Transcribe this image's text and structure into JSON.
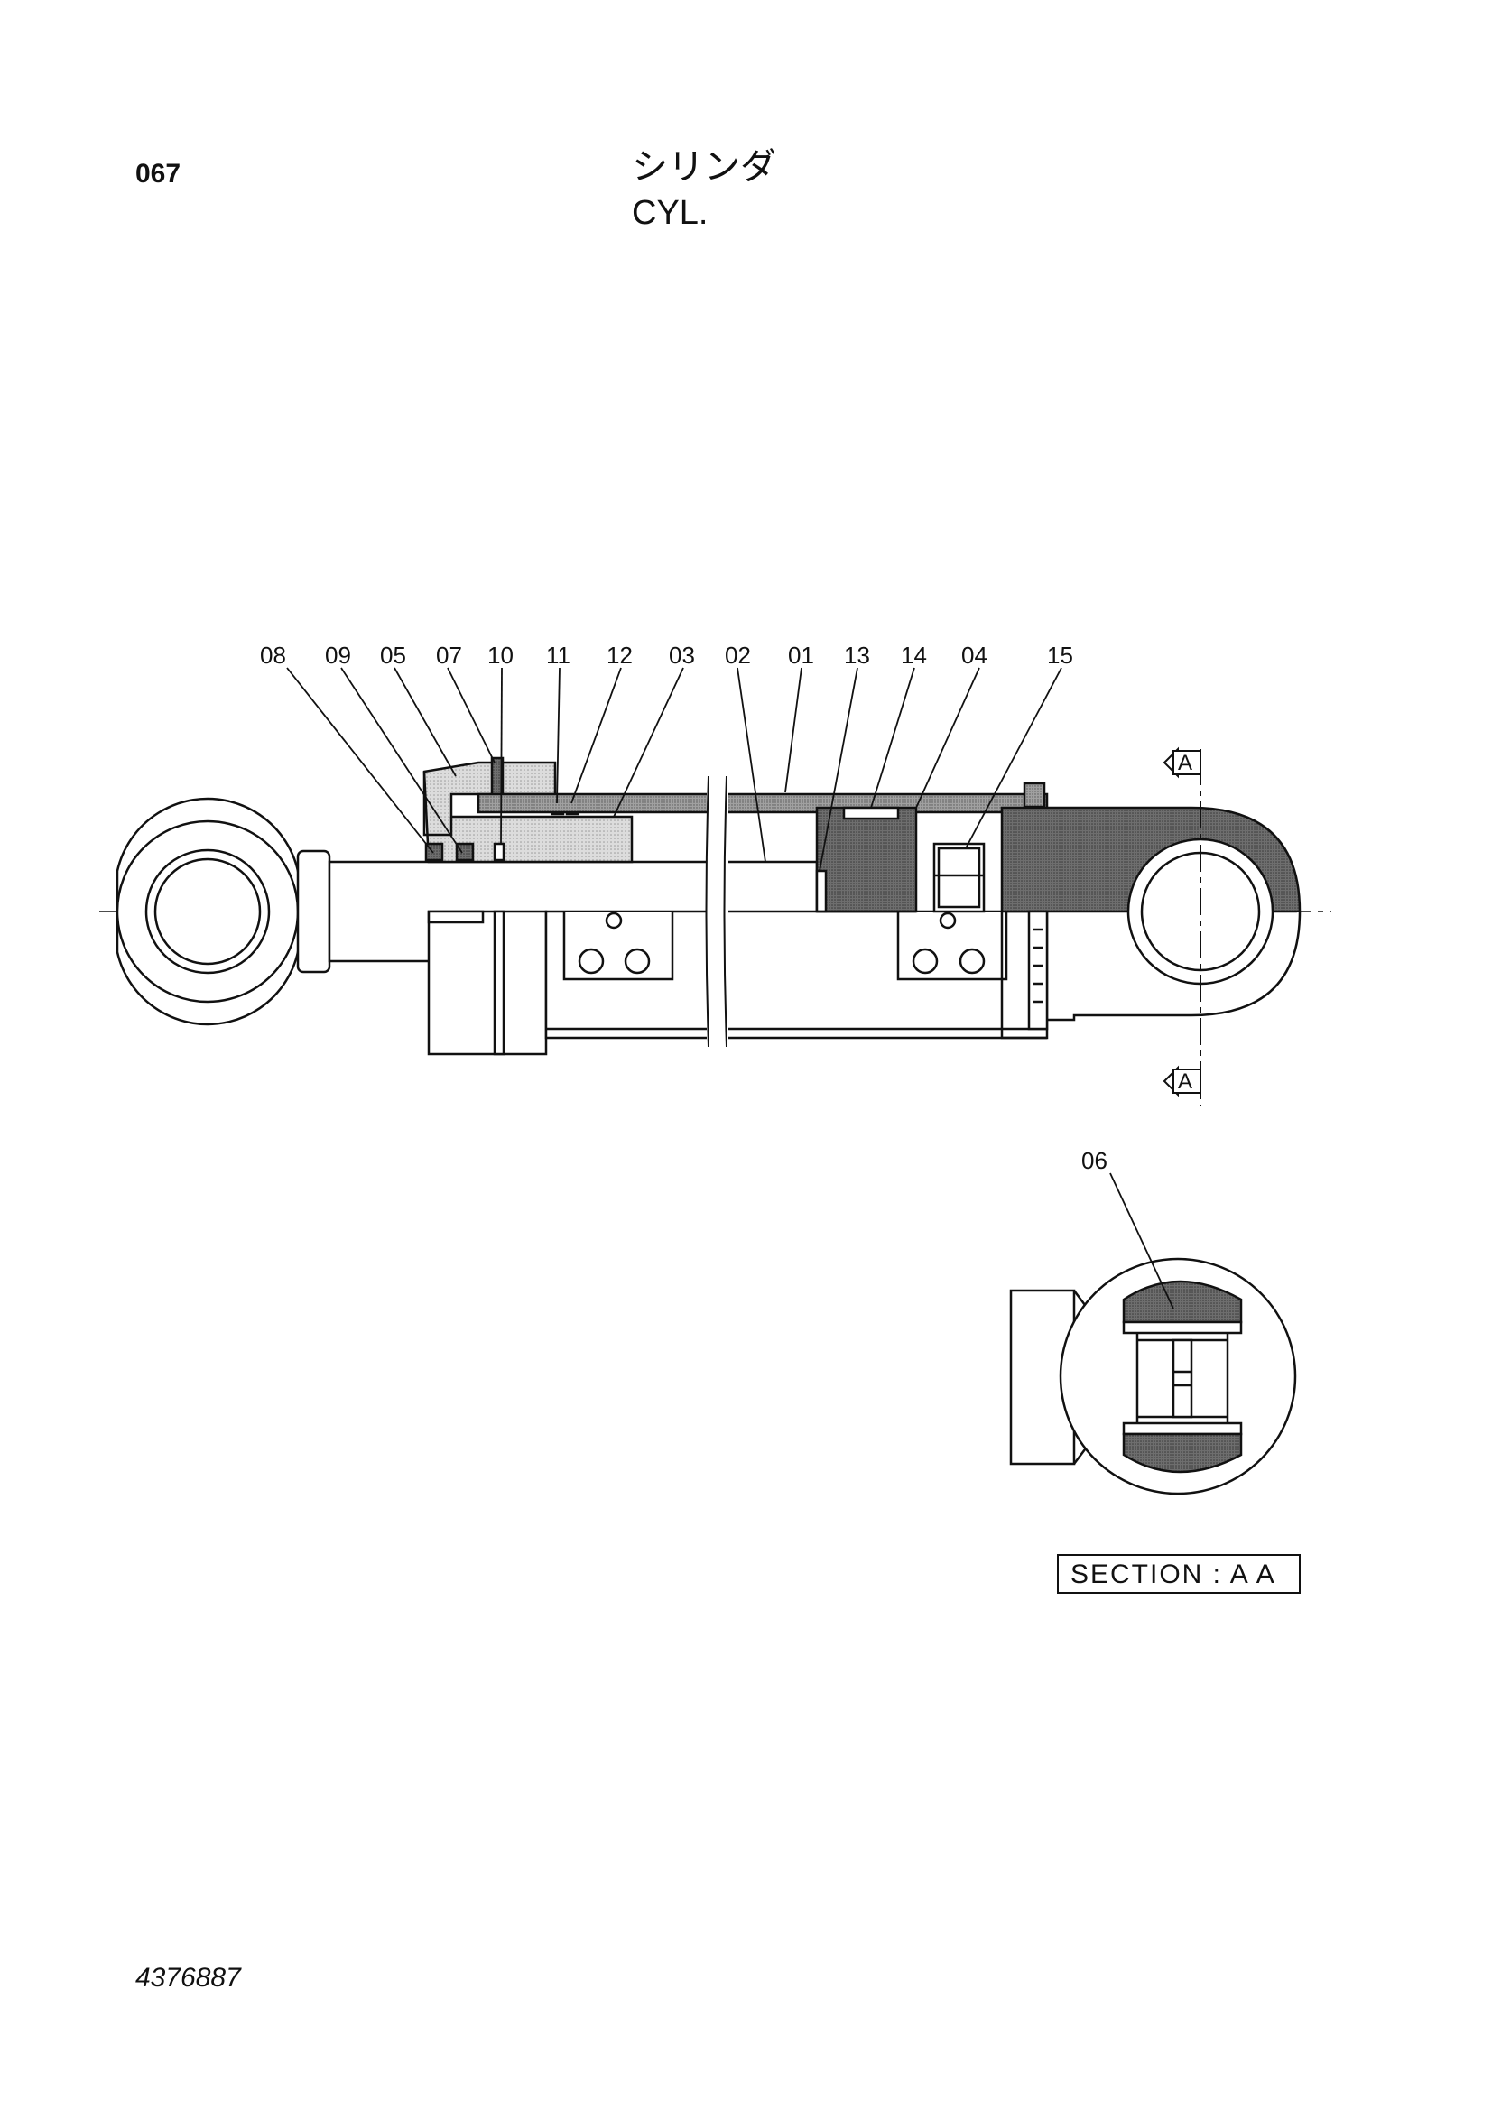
{
  "header": {
    "page_number": "067",
    "title_jp": "シリンダ",
    "title_en": "CYL."
  },
  "callouts": [
    "08",
    "09",
    "05",
    "07",
    "10",
    "11",
    "12",
    "03",
    "02",
    "01",
    "13",
    "14",
    "04",
    "15"
  ],
  "section_marks": {
    "top": "A",
    "bottom": "A"
  },
  "section_view": {
    "callout": "06",
    "label": "SECTION : A A"
  },
  "footer": {
    "drawing_number": "4376887"
  },
  "colors": {
    "line": "#111111",
    "hatch_light": "#cfcfcf",
    "hatch_dark": "#6e6e6e",
    "hatch_mid": "#9a9a9a"
  }
}
